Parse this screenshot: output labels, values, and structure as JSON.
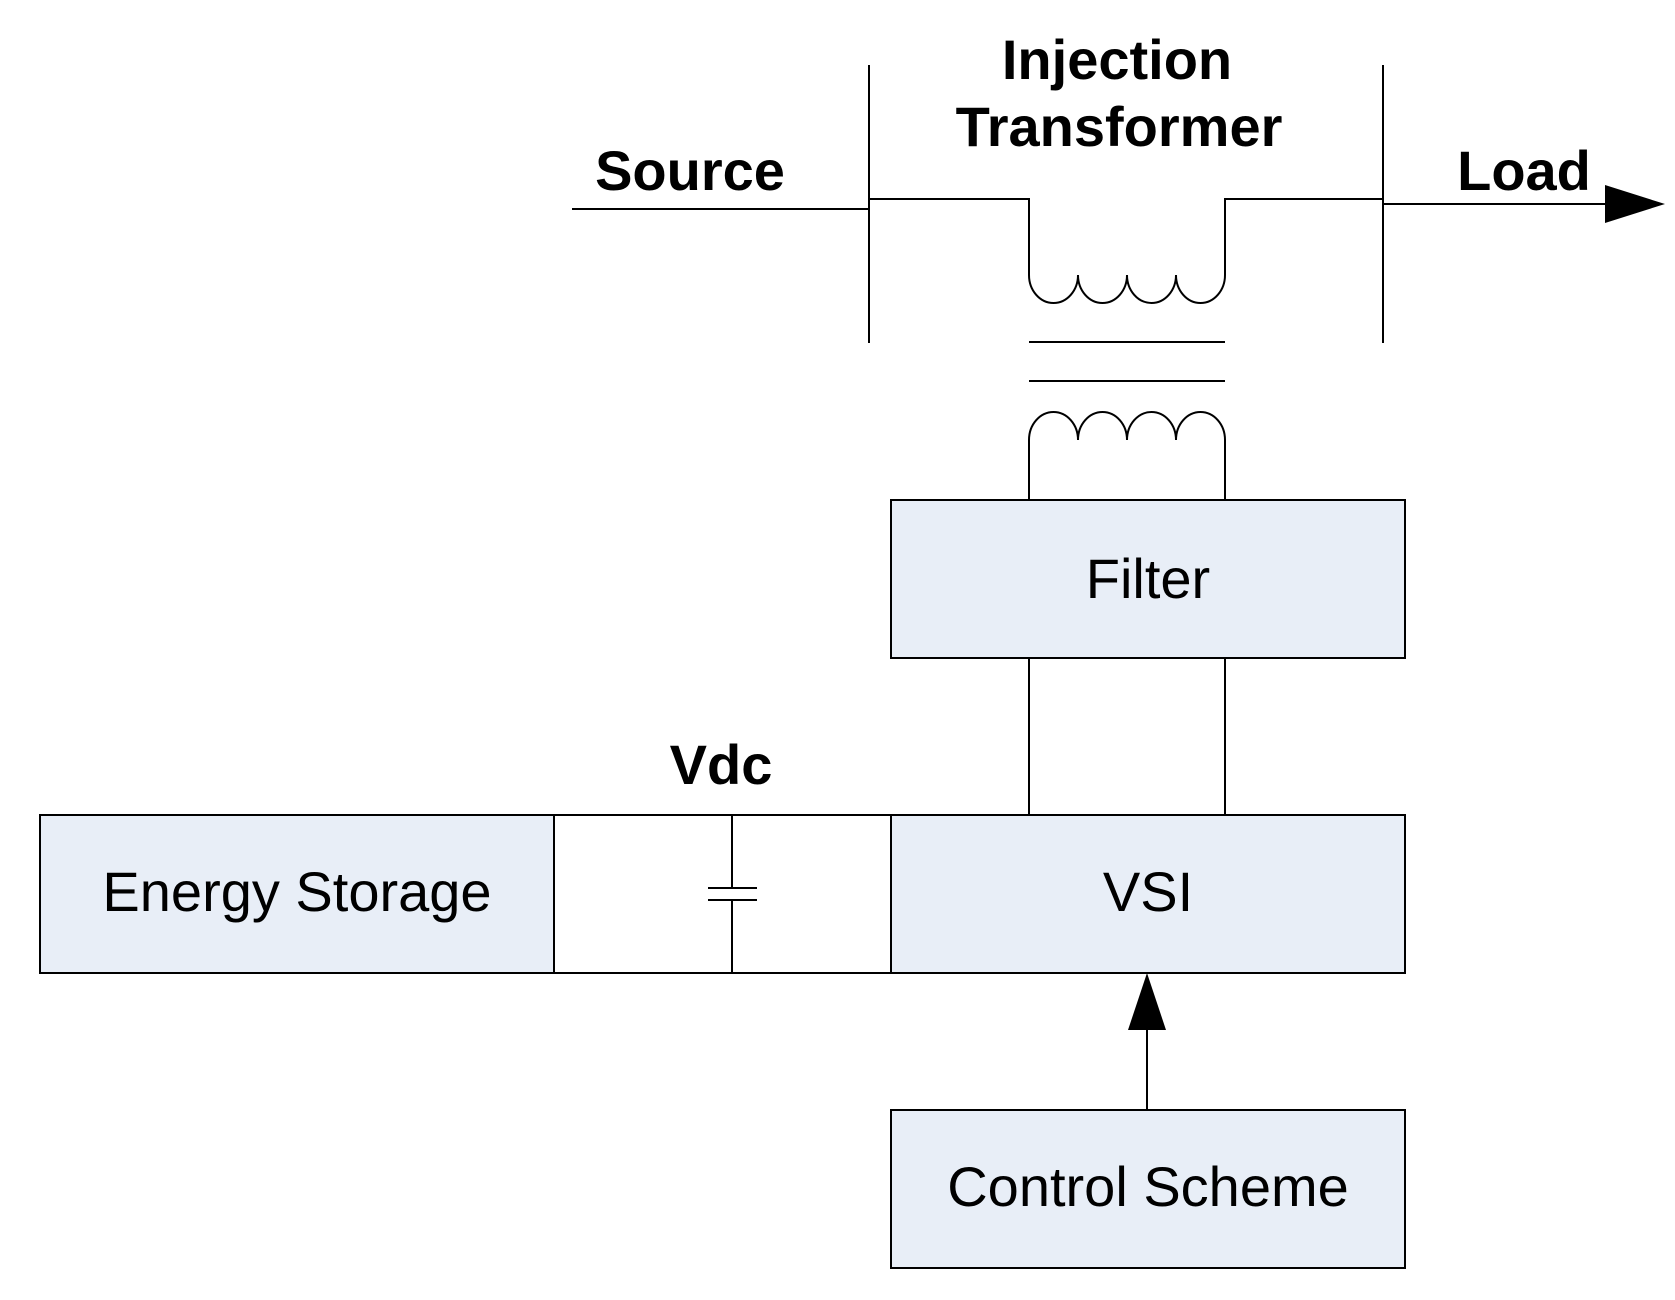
{
  "labels": {
    "source": "Source",
    "load": "Load",
    "transformer_line1": "Injection",
    "transformer_line2": "Transformer",
    "vdc": "Vdc"
  },
  "blocks": {
    "filter": "Filter",
    "vsi": "VSI",
    "energy_storage": "Energy Storage",
    "control_scheme": "Control Scheme"
  },
  "colors": {
    "block_fill": "#e8eef7",
    "line": "#000000"
  }
}
